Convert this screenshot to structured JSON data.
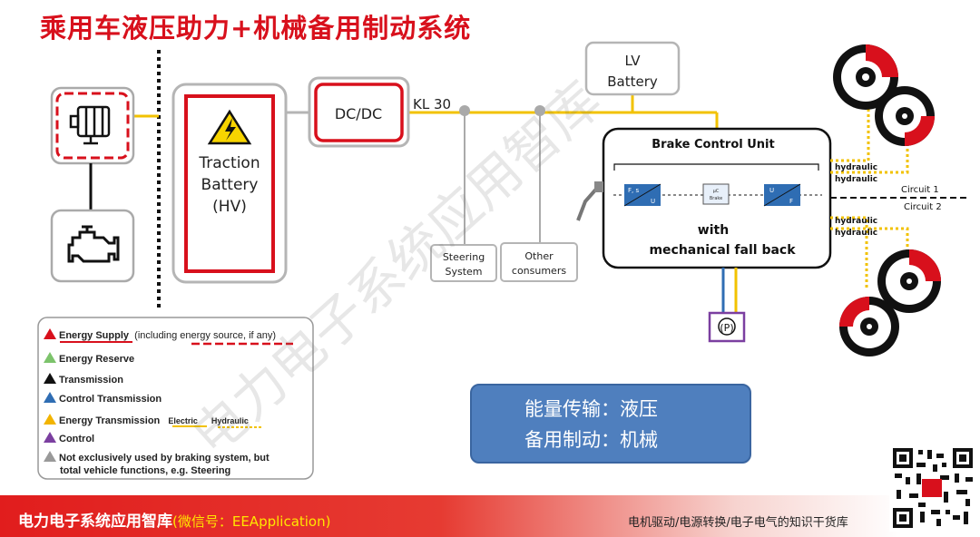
{
  "title": "乘用车液压助力+机械备用制动系统",
  "blocks": {
    "traction_battery": [
      "Traction",
      "Battery",
      "(HV)"
    ],
    "dcdc": "DC/DC",
    "kl30": "KL 30",
    "lv_battery": [
      "LV",
      "Battery"
    ],
    "steering": [
      "Steering",
      "System"
    ],
    "other": [
      "Other",
      "consumers"
    ],
    "bcu_title": "Brake Control Unit",
    "bcu_sub": [
      "with",
      "mechanical fall back"
    ],
    "fs_u": [
      "F, s",
      "U"
    ],
    "uc": [
      "µC",
      "Brake"
    ],
    "u_f": [
      "U",
      "F"
    ],
    "hydraulic": "hydraulic",
    "circuit1": "Circuit 1",
    "circuit2": "Circuit 2",
    "park": "(P)"
  },
  "legend": [
    {
      "label": "Energy Supply",
      "extra": "(including energy source, if any)",
      "color": "#d8101c"
    },
    {
      "label": "Energy Reserve",
      "color": "#7cc36b"
    },
    {
      "label": "Transmission",
      "color": "#111111"
    },
    {
      "label": "Control Transmission",
      "color": "#2f6db3"
    },
    {
      "label": "Energy Transmission",
      "electric": "Electric",
      "hydraulic": "Hydraulic",
      "color": "#f2b400"
    },
    {
      "label": "Control",
      "color": "#7b3fa0"
    },
    {
      "label": "Not exclusively used by braking system, but",
      "line2": "total vehicle functions, e.g. Steering",
      "color": "#999999"
    }
  ],
  "info_box": [
    "能量传输：液压",
    "备用制动：机械"
  ],
  "footer": {
    "brand": "电力电子系统应用智库",
    "wechat": "(微信号：EEApplication)",
    "tagline": "电机驱动/电源转换/电子电气的知识干货库"
  },
  "watermark": "电力电子系统应用智库",
  "colors": {
    "red": "#d8101c",
    "yellow": "#f2c200",
    "gray": "#b8b8b8",
    "blue": "#4f7fbe",
    "purple": "#7b3fa0"
  }
}
